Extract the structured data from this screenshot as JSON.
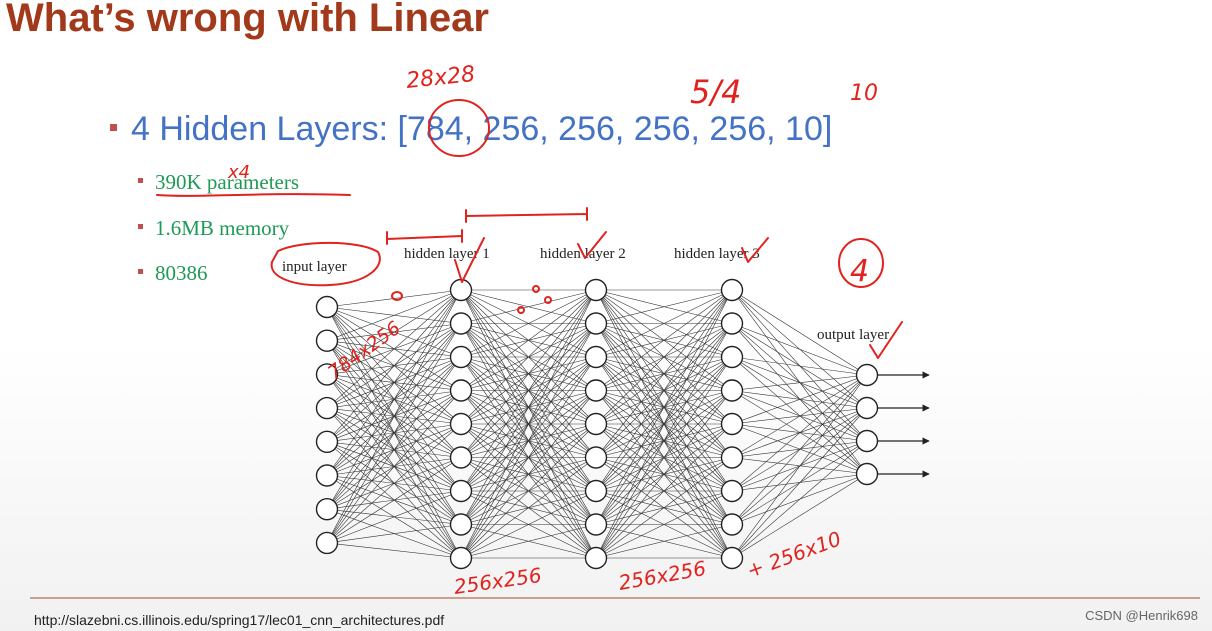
{
  "slide": {
    "title": "What’s wrong with Linear",
    "bullet_main": "4 Hidden Layers: [784, 256, 256, 256, 256, 10]",
    "sub_bullets": [
      "390K parameters",
      "1.6MB memory",
      "80386"
    ],
    "footer_url": "http://slazebni.cs.illinois.edu/spring17/lec01_cnn_architectures.pdf",
    "watermark": "CSDN @Henrik698"
  },
  "diagram": {
    "layer_labels": [
      "input layer",
      "hidden layer 1",
      "hidden layer 2",
      "hidden layer 3",
      "output layer"
    ],
    "layer_node_counts": [
      8,
      9,
      9,
      9,
      4
    ]
  },
  "annotations": {
    "n784_size": "28x28",
    "n256_frac": "5/4",
    "n10": "10",
    "times4": "x4",
    "layers_count": "4",
    "w1": "784x256",
    "w2": "256x256",
    "w3": "256x256",
    "w4": "+ 256x10"
  },
  "colors": {
    "title": "#a2391b",
    "bullet_main": "#4472c4",
    "sub_bullets": "#1e9a55",
    "bullet_marker": "#c0504d",
    "handwriting": "#e1231f"
  }
}
